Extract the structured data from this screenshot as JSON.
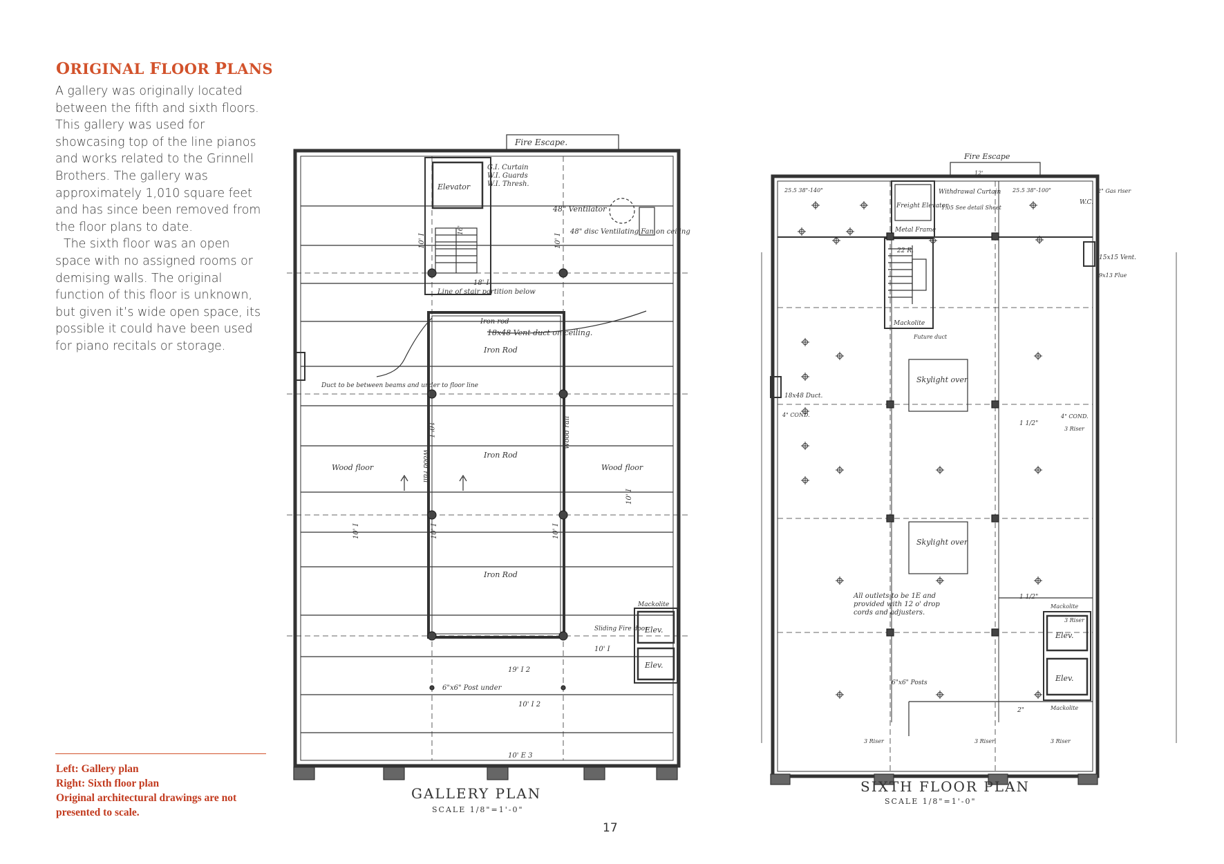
{
  "heading": {
    "first_cap": "O",
    "first_rest": "RIGINAL ",
    "second_cap": "F",
    "second_rest": "LOOR ",
    "third_cap": "P",
    "third_rest": "LANS"
  },
  "intro": {
    "paragraph1": "A gallery was originally located between the fifth and sixth floors. This gallery was used for showcasing top of the line pianos and works related to the Grinnell Brothers. The gallery was approximately 1,010 square feet and has since been removed from the floor plans to date.",
    "paragraph2": "The sixth floor was an open space with no assigned rooms or demising walls. The original function of this floor is unknown, but given it’s wide open space, its possible it could have been used for piano recitals or storage."
  },
  "caption": {
    "line1": "Left: Gallery plan",
    "line2": "Right: Sixth floor plan",
    "line3": "Original architectural drawings are not presented to scale."
  },
  "page_number": "17",
  "gallery_plan": {
    "title": "GALLERY PLAN",
    "scale": "SCALE 1/8\"=1'-0\"",
    "labels": {
      "fire_escape": "Fire Escape.",
      "elevator": "Elevator",
      "curtain": "G.I. Curtain",
      "guards": "W.I. Guards",
      "thresh": "W.I. Thresh.",
      "ventilator": "48\" Ventilator",
      "disc_vent": "48\" disc Ventilating Fan on ceiling",
      "stair_partition": "Line of stair partition below",
      "iron_rod": "Iron rod",
      "vent_duct": "18x48 Vent duct on ceiling.",
      "iron_rod_2": "Iron Rod",
      "duct_between": "Duct to be between beams and under to floor line",
      "iron_rod_3": "Iron Rod",
      "wood_floor_left": "Wood floor",
      "wood_floor_right": "Wood floor",
      "wood_rail_left": "Wood rail",
      "wood_rail_right": "Wood rail",
      "iron_rod_4": "Iron Rod",
      "mackolite": "Mackolite",
      "sliding_fire_door": "Sliding Fire door",
      "elev_1": "Elev.",
      "elev_2": "Elev.",
      "post_under": "6\"x6\" Post under",
      "dim_10_1": "10' I",
      "dim_10_2": "10' I",
      "dim_10_3": "10' I",
      "dim_10_4": "10' I",
      "dim_10_5": "10' I",
      "dim_18": "18' I",
      "dim_19": "19' I 2",
      "dim_10_6": "10' I 2",
      "dim_10_7": "10' I",
      "dim_10_8": "10' E 3",
      "dim_10_9": "10' I",
      "dim_10_10": "10' I",
      "dim_16": "16'"
    }
  },
  "sixth_plan": {
    "title": "SIXTH FLOOR PLAN",
    "scale": "SCALE 1/8\"=1'-0\"",
    "labels": {
      "fire_escape": "Fire Escape",
      "freight_elevator": "Freight Elevator",
      "metal_frame": "Metal Frame",
      "withdrawal": "Withdrawal Curtain",
      "see_detail": "1:05 See detail Sheet",
      "gas_riser": "2\" Gas riser",
      "wc": "W.C.",
      "mackolite_1": "Mackolite",
      "future_duct": "Future duct",
      "vent_15": "15x15 Vent.",
      "flue": "9x13 Flue",
      "skylight_1": "Skylight over",
      "duct_18": "18x48 Duct.",
      "cond_left": "4\" COND.",
      "cond_right": "4\" COND.",
      "riser_right": "3 Riser",
      "skylight_2": "Skylight over",
      "outlets_note": "All outlets to be 1E and provided with 12 o' drop cords and adjusters.",
      "mackolite_2": "Mackolite",
      "elev_1": "Elev.",
      "elev_2": "Elev.",
      "mackolite_3": "Mackolite",
      "posts": "6\"x6\" Posts",
      "riser_1": "3 Riser",
      "riser_2": "3 Riser",
      "riser_3": "3 Riser",
      "riser_4": "3 Riser",
      "outlet_a": "25.5 38\"-140\"",
      "outlet_b": "25.5 38\"-100\"",
      "dim_12": "12'",
      "dim_1_1": "1 1/2\"",
      "dim_1_2": "1 1/2\"",
      "dim_2": "2\"",
      "dim_22": "22 R."
    }
  }
}
